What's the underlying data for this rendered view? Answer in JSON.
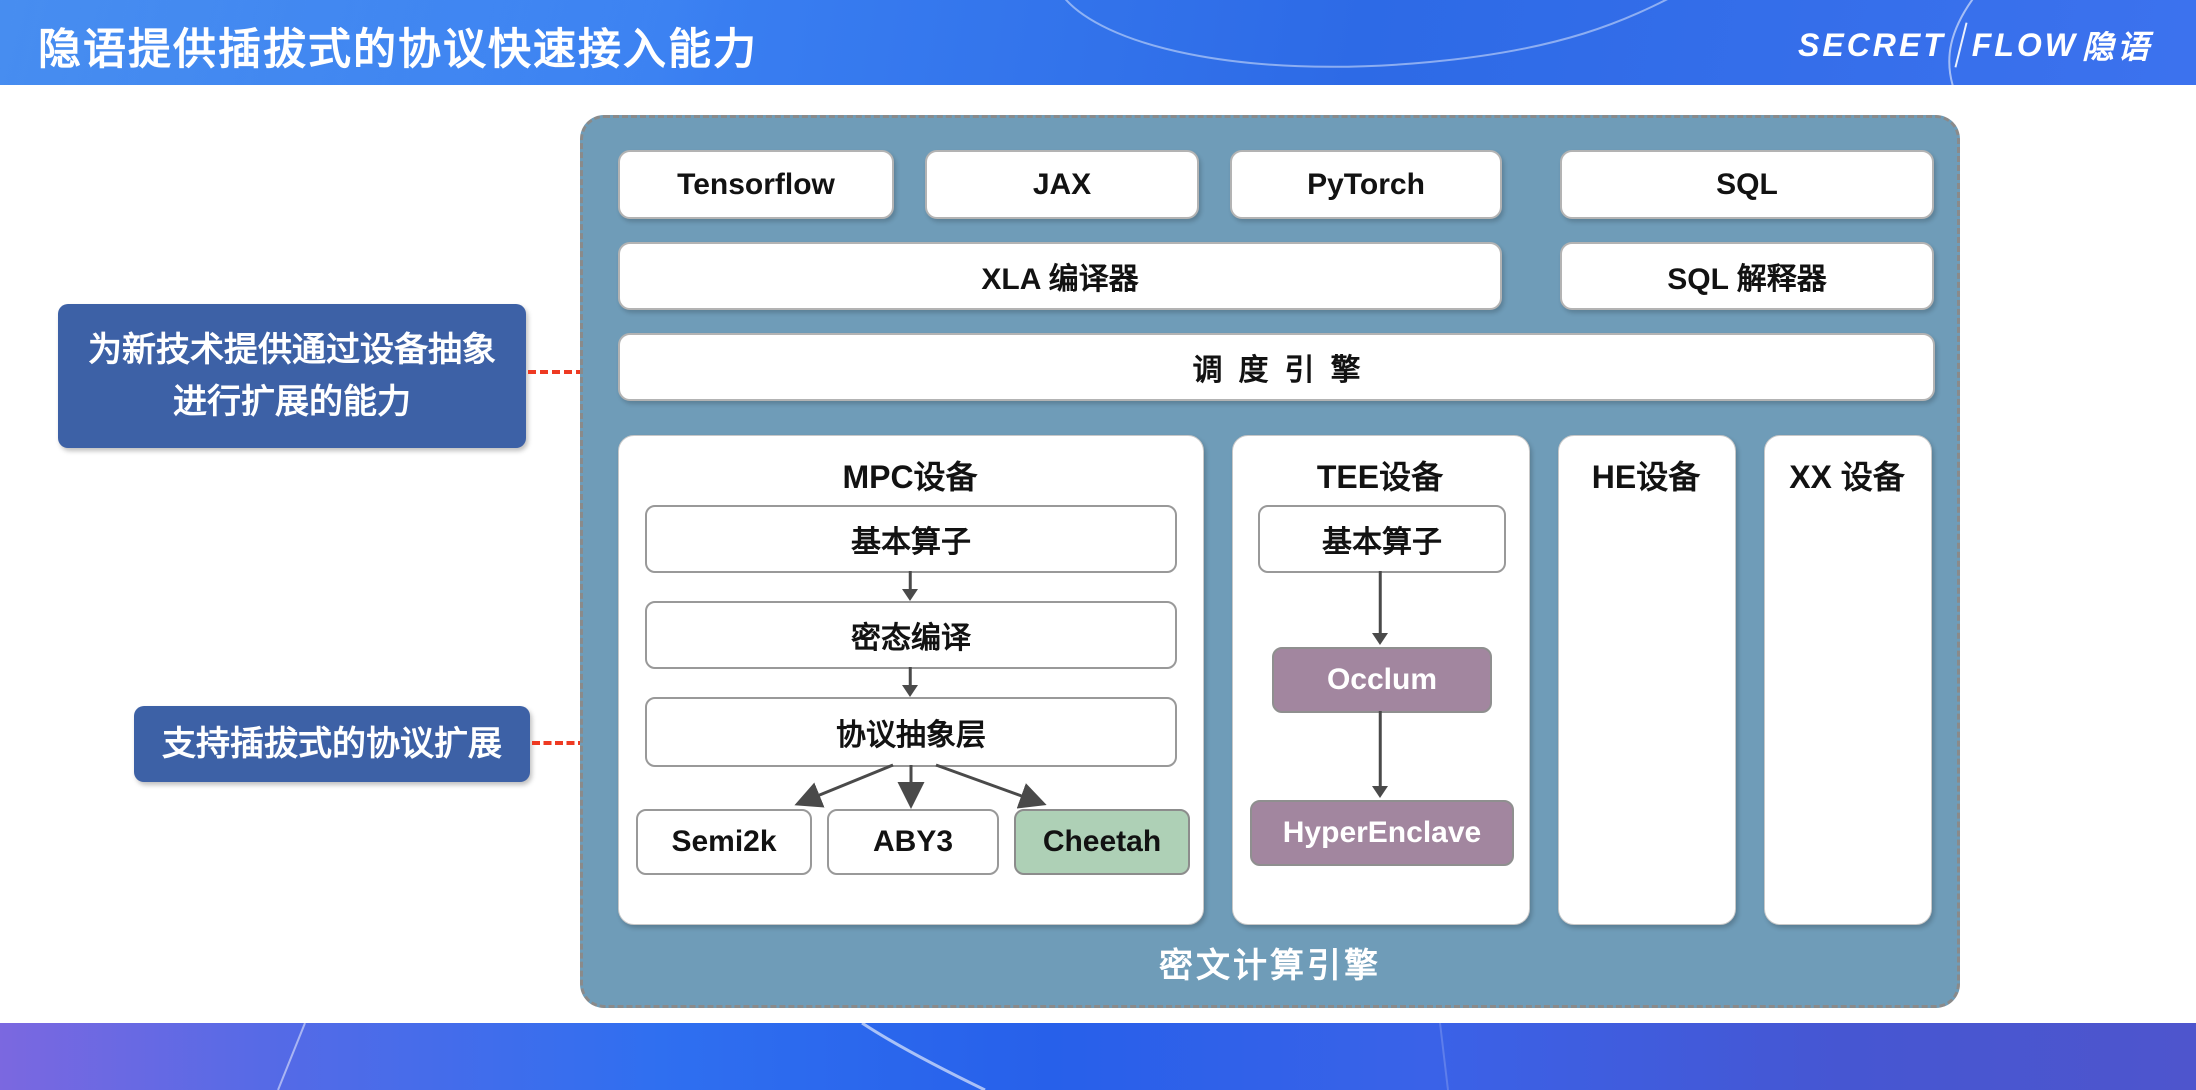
{
  "header": {
    "title": "隐语提供插拔式的协议快速接入能力",
    "logo": {
      "part1": "SECRET",
      "part2": "FLOW",
      "part3": "隐语"
    }
  },
  "callouts": {
    "device_abstraction": {
      "line1": "为新技术提供通过设备抽象",
      "line2": "进行扩展的能力"
    },
    "protocol_extension": {
      "text": "支持插拔式的协议扩展"
    }
  },
  "framework_row": [
    "Tensorflow",
    "JAX",
    "PyTorch",
    "SQL"
  ],
  "compiler_row": {
    "xla": "XLA 编译器",
    "sql": "SQL 解释器"
  },
  "scheduler": "调度引擎",
  "devices": {
    "mpc": {
      "title": "MPC设备",
      "layers": [
        "基本算子",
        "密态编译",
        "协议抽象层"
      ],
      "protocols": [
        "Semi2k",
        "ABY3",
        "Cheetah"
      ]
    },
    "tee": {
      "title": "TEE设备",
      "layers": [
        "基本算子",
        "Occlum",
        "HyperEnclave"
      ]
    },
    "he": {
      "title": "HE设备"
    },
    "xx": {
      "title": "XX 设备"
    }
  },
  "engine_label": "密文计算引擎",
  "colors": {
    "header_gradient_start": "#2e74ea",
    "header_gradient_end": "#3c72ee",
    "footer_purple": "#7b68e0",
    "footer_blue": "#2f6ff0",
    "container_bg": "#6f9cb8",
    "dash_border": "#8a8a8a",
    "callout_bg": "#3d61a6",
    "red_arrow": "#ee3a22",
    "cheetah_green": "#aed0b6",
    "tee_mauve": "#a2869f",
    "box_border": "#999999",
    "dark_arrow": "#4a4a4a"
  }
}
